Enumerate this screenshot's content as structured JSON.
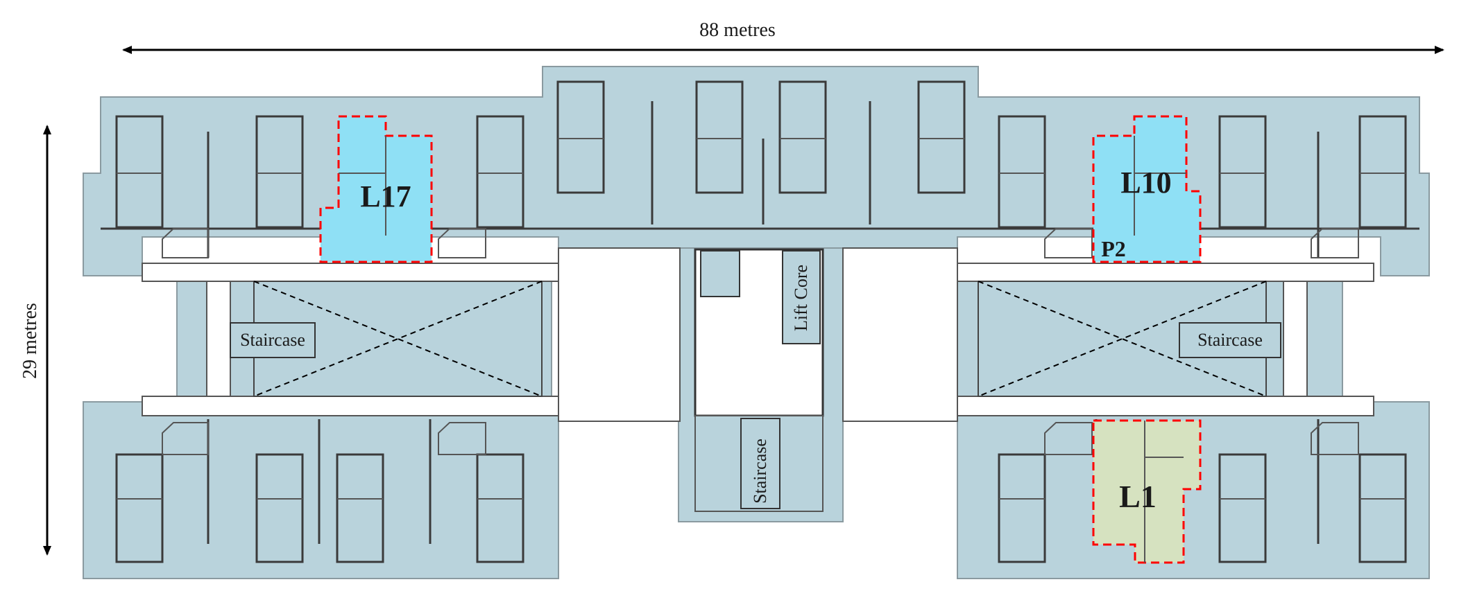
{
  "dimensions": {
    "width_label": "88 metres",
    "height_label": "29 metres"
  },
  "labels": {
    "staircase_left": "Staircase",
    "staircase_right": "Staircase",
    "staircase_center": "Staircase",
    "lift_core": "Lift Core"
  },
  "units": [
    {
      "id": "L17",
      "label": "L17",
      "fill": "#8fe0f5"
    },
    {
      "id": "L10",
      "label": "L10",
      "fill": "#8fe0f5"
    },
    {
      "id": "P2",
      "label": "P2",
      "fill": "#8fe0f5"
    },
    {
      "id": "L1",
      "label": "L1",
      "fill": "#d6e2c0"
    }
  ],
  "colors": {
    "slab": "#b9d3dc",
    "highlight_blue": "#8fe0f5",
    "highlight_green": "#d6e2c0",
    "boundary_dash": "#ff0000",
    "wall": "#3a3a3a"
  }
}
